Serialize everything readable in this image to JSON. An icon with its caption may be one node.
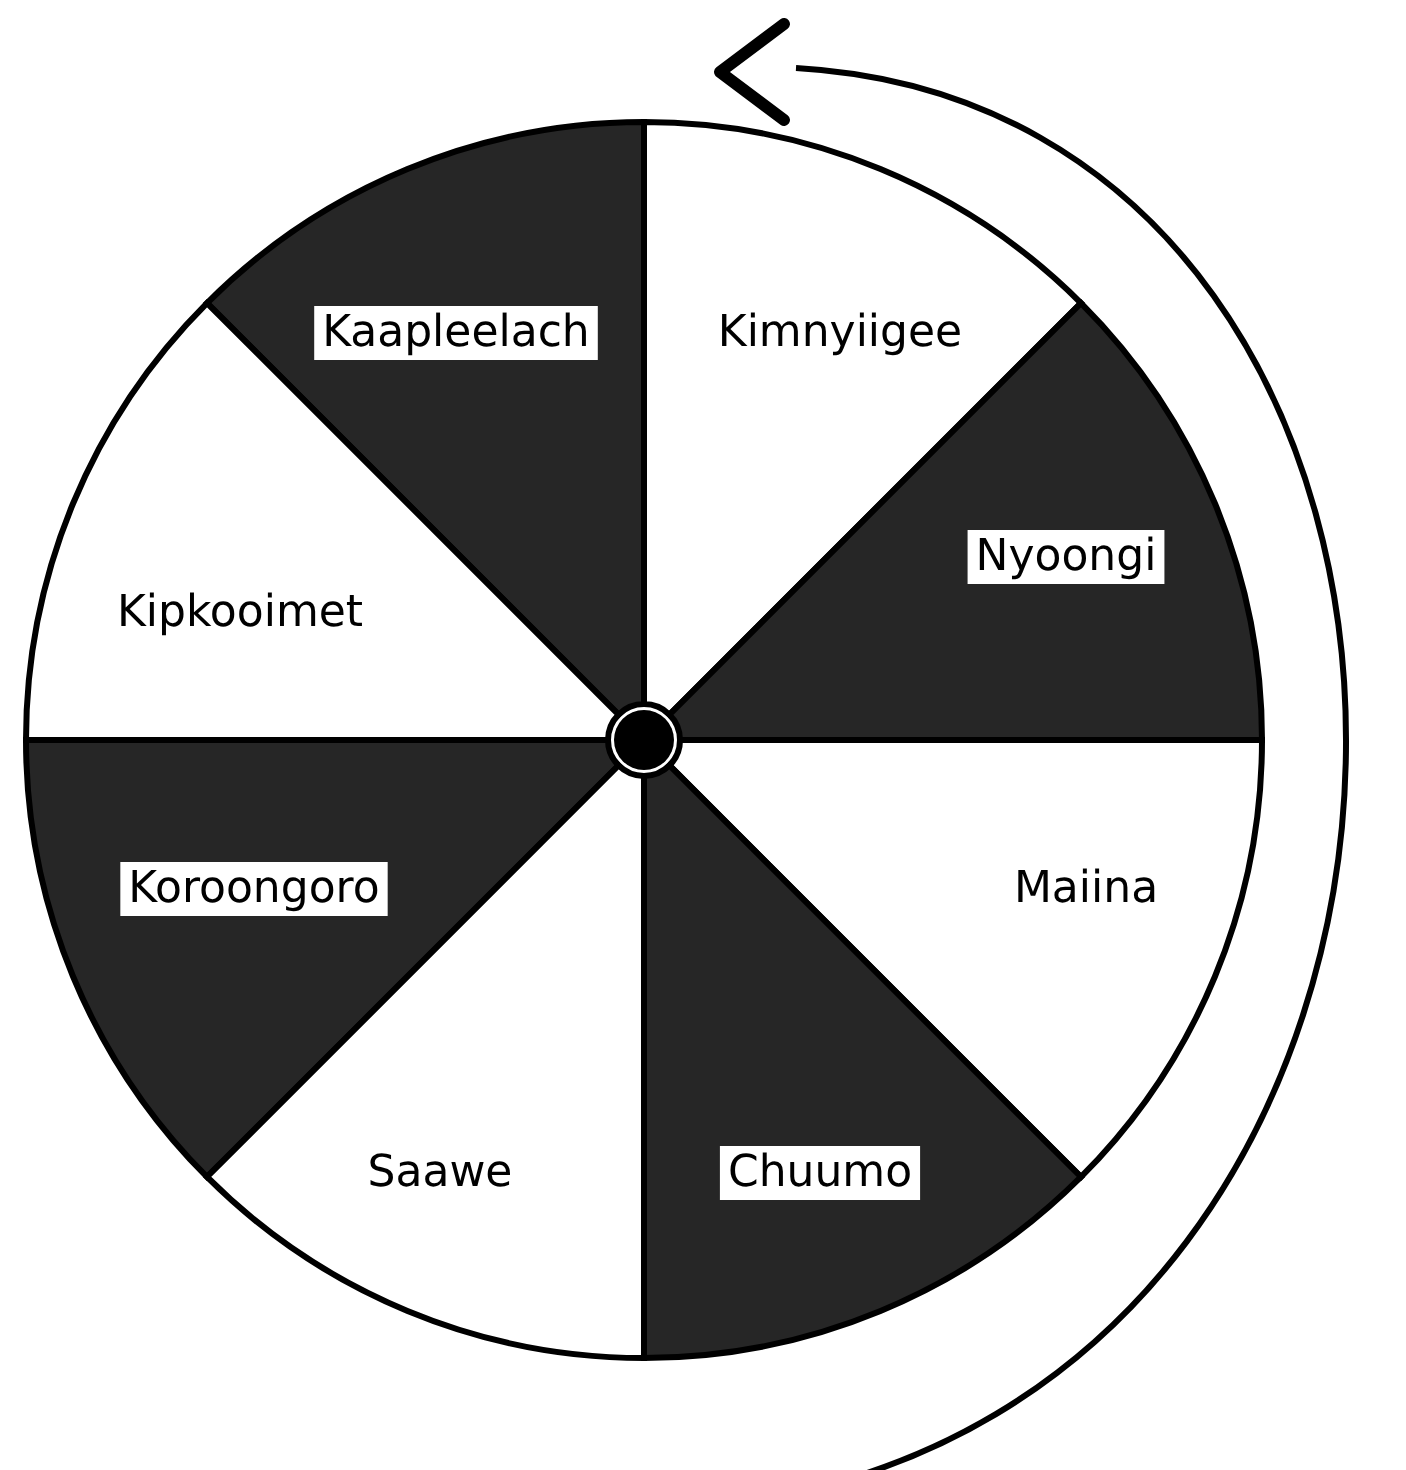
{
  "diagram": {
    "nodes": [
      {
        "text": [
          "Kaapleelach"
        ]
      },
      {
        "text": [
          "Kimnyiigee"
        ]
      },
      {
        "text": [
          "Kipkooimet"
        ]
      },
      {
        "text": [
          "Nyoongi"
        ]
      },
      {
        "text": [
          "Koroongoro"
        ]
      },
      {
        "text": [
          "Maiina"
        ]
      },
      {
        "text": [
          "Saawe"
        ]
      },
      {
        "text": [
          "Chuumo"
        ]
      }
    ]
  }
}
